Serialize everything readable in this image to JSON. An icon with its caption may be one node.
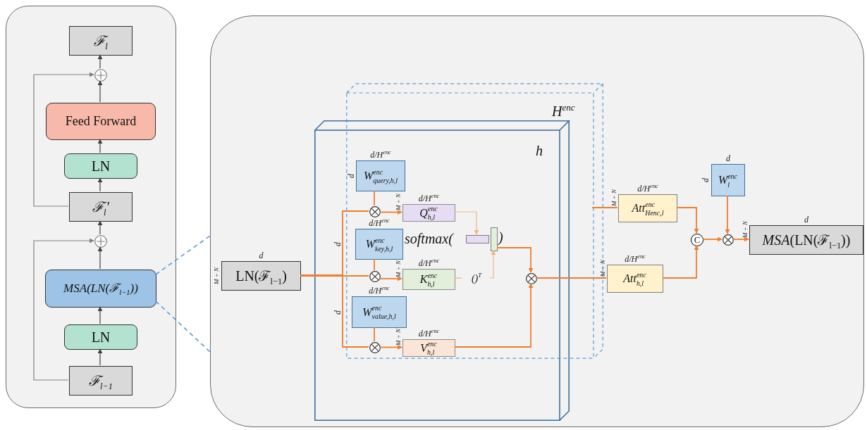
{
  "diagram": {
    "nodes": [
      {
        "text": [],
        "shape": "box"
      },
      {
        "text": [
          "ℱ$_{l}$"
        ],
        "in": 0
      },
      {
        "text": [],
        "shape": "circle",
        "in": 0
      },
      {
        "text": [
          "Feed Forward"
        ],
        "in": 0
      },
      {
        "text": [
          "LN"
        ],
        "in": 0
      },
      {
        "text": [
          "ℱ$_{l}$′"
        ],
        "in": 0
      },
      {
        "text": [],
        "shape": "circle",
        "in": 0
      },
      {
        "text": [
          "MSA(LN(ℱ$_{l−1}$))"
        ],
        "in": 0
      },
      {
        "text": [
          "LN"
        ],
        "in": 0
      },
      {
        "text": [
          "ℱ$_{l−1}$"
        ],
        "in": 0
      },
      {
        "text": [],
        "shape": "box"
      },
      {
        "text": [
          "LN(ℱ$_{l−1}$)"
        ],
        "in": 10,
        "beside": [
          "d",
          "M + N"
        ]
      },
      {
        "text": [
          "W$^{enc}$$_{query,h,l}$"
        ],
        "in": 10,
        "beside": [
          "d/H$^{enc}$",
          "d"
        ]
      },
      {
        "text": [],
        "shape": "circle",
        "in": 10
      },
      {
        "text": [
          "Q$^{enc}$$_{h,l}$"
        ],
        "in": 10,
        "beside": [
          "d/H$^{enc}$",
          "M + N"
        ]
      },
      {
        "text": [
          "W$^{enc}$$_{key,h,l}$"
        ],
        "in": 10,
        "beside": [
          "d/H$^{enc}$",
          "d"
        ]
      },
      {
        "text": [],
        "shape": "circle",
        "in": 10
      },
      {
        "text": [
          "K$^{enc}$$_{h,l}$"
        ],
        "in": 10,
        "beside": [
          "d/H$^{enc}$",
          "M + N"
        ]
      },
      {
        "text": [
          "W$^{enc}$$_{value,h,l}$"
        ],
        "in": 10,
        "beside": [
          "d/H$^{enc}$",
          "d"
        ]
      },
      {
        "text": [],
        "shape": "circle",
        "in": 10
      },
      {
        "text": [
          "V$^{enc}$$_{h,l}$"
        ],
        "in": 10,
        "beside": [
          "d/H$^{enc}$",
          "M + N"
        ]
      },
      {
        "text": [],
        "shape": "bar",
        "in": 10
      },
      {
        "text": [
          "()$^{T}$"
        ],
        "in": 10
      },
      {
        "text": [],
        "shape": "bar",
        "in": 10
      },
      {
        "text": [],
        "shape": "circle",
        "in": 10
      },
      {
        "text": [
          "Att$^{enc}$$_{Henc,l}$"
        ],
        "in": 10,
        "beside": [
          "d/H$^{enc}$",
          "M + N"
        ]
      },
      {
        "text": [
          "Att$^{enc}$$_{h,l}$"
        ],
        "in": 10,
        "beside": [
          "d/H$^{enc}$",
          "M + N"
        ]
      },
      {
        "text": [
          "C"
        ],
        "in": 10
      },
      {
        "text": [
          "W$^{enc}$$_{l}$"
        ],
        "in": 10,
        "beside": [
          "d",
          "d"
        ]
      },
      {
        "text": [],
        "shape": "circle",
        "in": 10
      },
      {
        "text": [
          "*MSA*(LN(ℱ$_{l−1}$))"
        ],
        "in": 10,
        "beside": [
          "d",
          "M + N"
        ]
      }
    ],
    "edges": [
      {
        "from": 9,
        "to": 8,
        "arrow": "to",
        "color": "#404040"
      },
      {
        "from": 8,
        "to": 7,
        "arrow": "to",
        "color": "#404040"
      },
      {
        "from": 7,
        "to": 6,
        "arrow": "to",
        "color": "#404040"
      },
      {
        "from": 6,
        "to": 5,
        "arrow": "to",
        "color": "#404040"
      },
      {
        "from": 9,
        "to": 6,
        "arrow": "to",
        "color": "#808080"
      },
      {
        "from": 5,
        "to": 4,
        "arrow": "to",
        "color": "#404040"
      },
      {
        "from": 4,
        "to": 3,
        "arrow": "to",
        "color": "#404040"
      },
      {
        "from": 3,
        "to": 2,
        "arrow": "to",
        "color": "#404040"
      },
      {
        "from": 5,
        "to": 2,
        "arrow": "to",
        "color": "#808080"
      },
      {
        "from": 2,
        "to": 1,
        "arrow": "to",
        "color": "#404040"
      },
      {
        "from": 7,
        "to": 10,
        "arrow": "none",
        "style": "dashed",
        "color": "#5b9bd5"
      },
      {
        "from": 7,
        "to": 10,
        "arrow": "none",
        "style": "dashed",
        "color": "#5b9bd5"
      },
      {
        "from": 11,
        "to": 13,
        "arrow": "none"
      },
      {
        "from": 11,
        "to": 16,
        "arrow": "none"
      },
      {
        "from": 11,
        "to": 19,
        "arrow": "none"
      },
      {
        "from": 12,
        "to": 13,
        "arrow": "none"
      },
      {
        "from": 13,
        "to": 14,
        "arrow": "to"
      },
      {
        "from": 15,
        "to": 16,
        "arrow": "none"
      },
      {
        "from": 16,
        "to": 17,
        "arrow": "to"
      },
      {
        "from": 18,
        "to": 19,
        "arrow": "none"
      },
      {
        "from": 19,
        "to": 20,
        "arrow": "to"
      },
      {
        "from": 14,
        "to": 21,
        "arrow": "to",
        "color": "#f4b183"
      },
      {
        "from": 17,
        "to": 22,
        "arrow": "none",
        "color": "#f4b183"
      },
      {
        "from": 22,
        "to": 23,
        "arrow": "to",
        "color": "#f4b183"
      },
      {
        "from": 23,
        "to": 24,
        "arrow": "to"
      },
      {
        "from": 20,
        "to": 24,
        "arrow": "to"
      },
      {
        "from": 24,
        "to": 26,
        "arrow": "none"
      },
      {
        "from": null,
        "to": 25,
        "arrow": "none"
      },
      {
        "from": 25,
        "to": 27,
        "arrow": "to"
      },
      {
        "from": 26,
        "to": 27,
        "arrow": "to"
      },
      {
        "from": 27,
        "to": 29,
        "arrow": "to"
      },
      {
        "from": 28,
        "to": 29,
        "arrow": "to"
      },
      {
        "from": 29,
        "to": 30,
        "arrow": "to"
      }
    ],
    "labels": [
      "H$^{enc}$",
      "h",
      "softmax(",
      ")"
    ]
  }
}
